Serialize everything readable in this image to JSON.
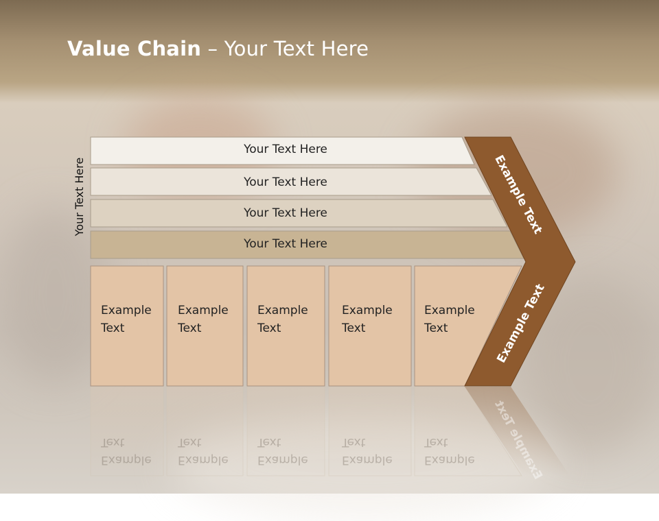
{
  "slide": {
    "title_bold": "Value Chain",
    "title_rest": " – Your Text Here",
    "side_label": "Your Text Here"
  },
  "bars": [
    {
      "label": "Your Text Here"
    },
    {
      "label": "Your Text Here"
    },
    {
      "label": "Your Text Here"
    },
    {
      "label": "Your Text Here"
    }
  ],
  "cells": [
    {
      "line1": "Example",
      "line2": "Text"
    },
    {
      "line1": "Example",
      "line2": "Text"
    },
    {
      "line1": "Example",
      "line2": "Text"
    },
    {
      "line1": "Example",
      "line2": "Text"
    },
    {
      "line1": "Example",
      "line2": "Text"
    }
  ],
  "chevron": {
    "upper_label": "Example Text",
    "lower_label": "Example Text",
    "color": "#8e5a2e"
  },
  "colors": {
    "bar_1": "#f3f0ea",
    "bar_2": "#ebe4da",
    "bar_3": "#ddd2c1",
    "bar_4": "#c8b494",
    "cell": "#e3c4a6",
    "title": "#ffffff"
  }
}
